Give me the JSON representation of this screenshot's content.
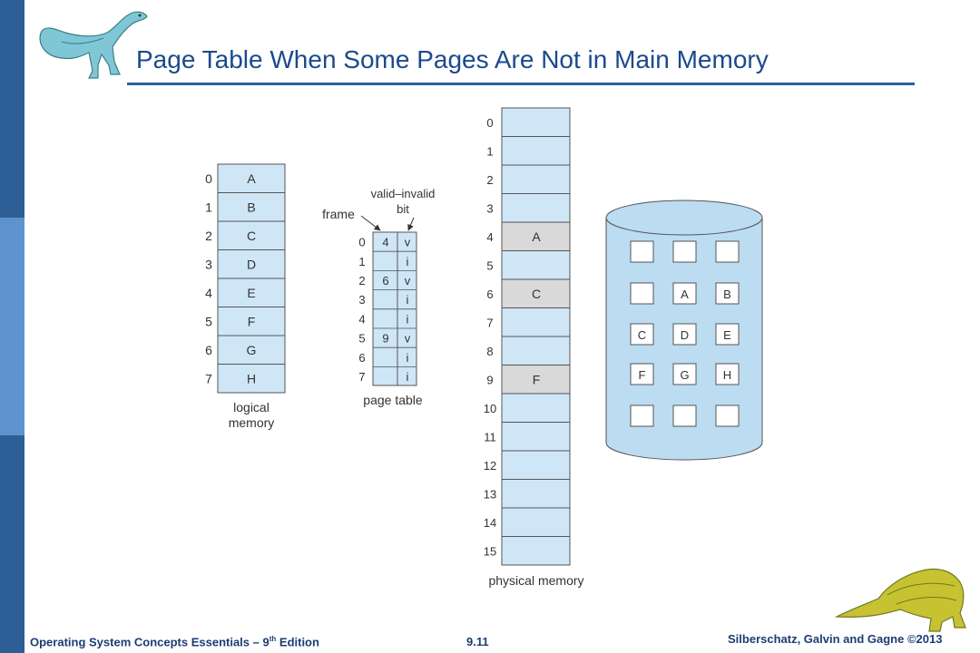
{
  "slide": {
    "title": "Page Table When Some Pages Are Not in Main Memory",
    "footer_left_prefix": "Operating System Concepts Essentials – 9",
    "footer_left_sup": "th",
    "footer_left_suffix": " Edition",
    "footer_page": "9.11",
    "footer_right": "Silberschatz, Galvin and Gagne ©2013"
  },
  "colors": {
    "sidebar_dark": "#2d5e95",
    "sidebar_light": "#5d93cf",
    "title": "#1b4a8c",
    "cell_blue": "#cfe6f7",
    "cell_gray": "#d9d9d9",
    "disk_blue": "#bcdcf2"
  },
  "logical_memory": {
    "label_line1": "logical",
    "label_line2": "memory",
    "pages": [
      {
        "index": "0",
        "name": "A"
      },
      {
        "index": "1",
        "name": "B"
      },
      {
        "index": "2",
        "name": "C"
      },
      {
        "index": "3",
        "name": "D"
      },
      {
        "index": "4",
        "name": "E"
      },
      {
        "index": "5",
        "name": "F"
      },
      {
        "index": "6",
        "name": "G"
      },
      {
        "index": "7",
        "name": "H"
      }
    ]
  },
  "page_table": {
    "label": "page table",
    "frame_label": "frame",
    "valid_label_line1": "valid–invalid",
    "valid_label_line2": "bit",
    "entries": [
      {
        "index": "0",
        "frame": "4",
        "bit": "v"
      },
      {
        "index": "1",
        "frame": "",
        "bit": "i"
      },
      {
        "index": "2",
        "frame": "6",
        "bit": "v"
      },
      {
        "index": "3",
        "frame": "",
        "bit": "i"
      },
      {
        "index": "4",
        "frame": "",
        "bit": "i"
      },
      {
        "index": "5",
        "frame": "9",
        "bit": "v"
      },
      {
        "index": "6",
        "frame": "",
        "bit": "i"
      },
      {
        "index": "7",
        "frame": "",
        "bit": "i"
      }
    ]
  },
  "physical_memory": {
    "label": "physical memory",
    "frames": [
      {
        "index": "0",
        "content": ""
      },
      {
        "index": "1",
        "content": ""
      },
      {
        "index": "2",
        "content": ""
      },
      {
        "index": "3",
        "content": ""
      },
      {
        "index": "4",
        "content": "A"
      },
      {
        "index": "5",
        "content": ""
      },
      {
        "index": "6",
        "content": "C"
      },
      {
        "index": "7",
        "content": ""
      },
      {
        "index": "8",
        "content": ""
      },
      {
        "index": "9",
        "content": "F"
      },
      {
        "index": "10",
        "content": ""
      },
      {
        "index": "11",
        "content": ""
      },
      {
        "index": "12",
        "content": ""
      },
      {
        "index": "13",
        "content": ""
      },
      {
        "index": "14",
        "content": ""
      },
      {
        "index": "15",
        "content": ""
      }
    ]
  },
  "backing_store": {
    "rows": [
      [
        "",
        "",
        ""
      ],
      [
        "",
        "A",
        "B"
      ],
      [
        "C",
        "D",
        "E"
      ],
      [
        "F",
        "G",
        "H"
      ],
      [
        "",
        "",
        ""
      ]
    ]
  }
}
